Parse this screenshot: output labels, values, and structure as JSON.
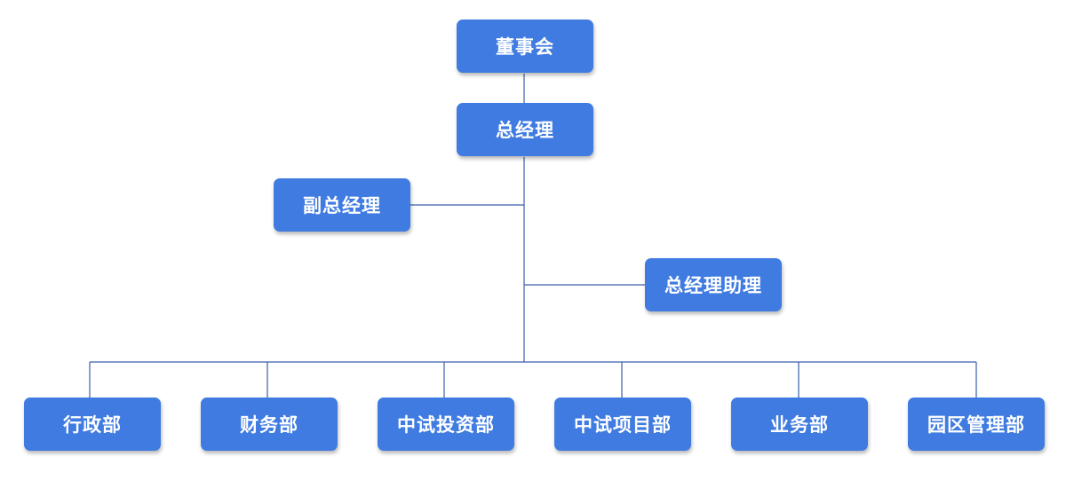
{
  "org_chart": {
    "board": "董事会",
    "general_manager": "总经理",
    "deputy_general_manager": "副总经理",
    "gm_assistant": "总经理助理",
    "departments": [
      "行政部",
      "财务部",
      "中试投资部",
      "中试项目部",
      "业务部",
      "园区管理部"
    ]
  }
}
